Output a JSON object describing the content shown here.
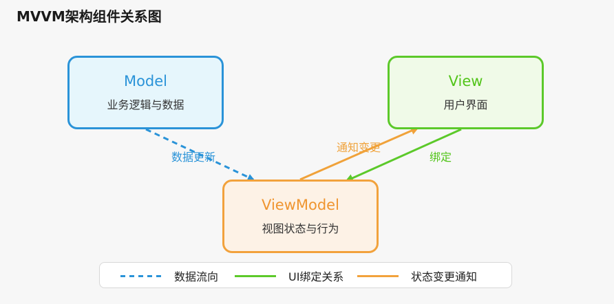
{
  "title": "MVVM架构组件关系图",
  "nodes": {
    "model": {
      "name": "Model",
      "desc": "业务逻辑与数据",
      "color": "#2a93d8"
    },
    "view": {
      "name": "View",
      "desc": "用户界面",
      "color": "#52c41a"
    },
    "viewmodel": {
      "name": "ViewModel",
      "desc": "视图状态与行为",
      "color": "#ef9530"
    }
  },
  "edges": {
    "model_to_vm": {
      "label": "数据更新",
      "style": "dashed",
      "color": "#2a93d8"
    },
    "vm_to_view": {
      "label": "通知变更",
      "style": "solid",
      "color": "#f0a23a"
    },
    "view_to_vm": {
      "label": "绑定",
      "style": "solid",
      "color": "#52c41a"
    }
  },
  "legend": {
    "dataflow": "数据流向",
    "uibind": "UI绑定关系",
    "statenotify": "状态变更通知"
  }
}
